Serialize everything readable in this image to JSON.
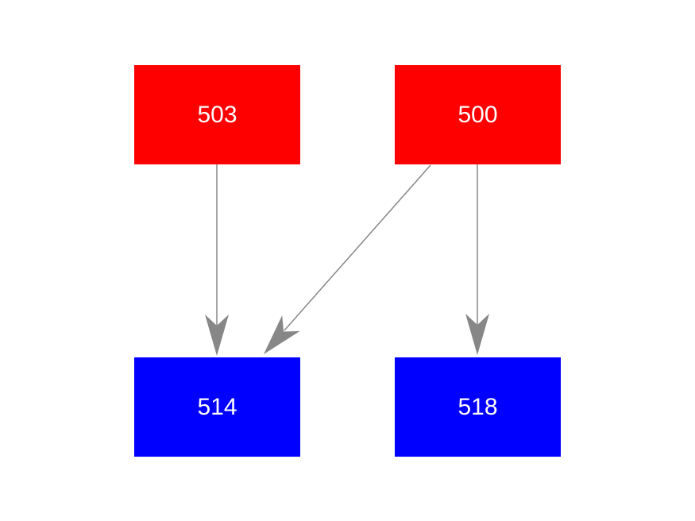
{
  "diagram": {
    "background_color": "#ffffff",
    "arrow_color": "#878787",
    "nodes": [
      {
        "id": "503",
        "label": "503",
        "fill": "#ff0000",
        "text_color": "#ffffff",
        "position": "top-left"
      },
      {
        "id": "500",
        "label": "500",
        "fill": "#ff0000",
        "text_color": "#ffffff",
        "position": "top-right"
      },
      {
        "id": "514",
        "label": "514",
        "fill": "#0000ff",
        "text_color": "#ffffff",
        "position": "bottom-left"
      },
      {
        "id": "518",
        "label": "518",
        "fill": "#0000ff",
        "text_color": "#ffffff",
        "position": "bottom-right"
      }
    ],
    "edges": [
      {
        "from": "503",
        "to": "514"
      },
      {
        "from": "500",
        "to": "514"
      },
      {
        "from": "500",
        "to": "518"
      }
    ]
  }
}
